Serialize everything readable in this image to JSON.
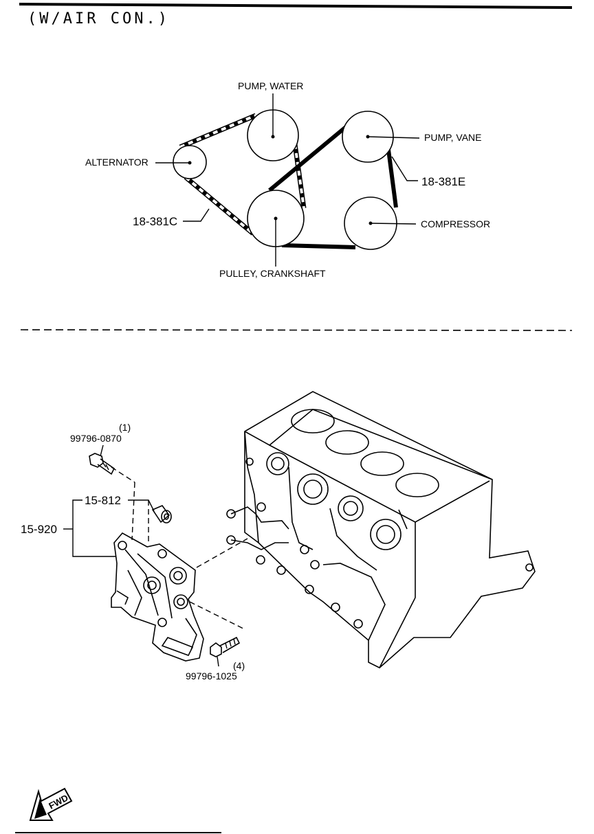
{
  "header": {
    "title": "(W/AIR CON.)"
  },
  "belt_diagram": {
    "labels": {
      "pump_water": "PUMP, WATER",
      "pump_vane": "PUMP, VANE",
      "alternator": "ALTERNATOR",
      "belt_e": "18-381E",
      "belt_c": "18-381C",
      "compressor": "COMPRESSOR",
      "crankshaft": "PULLEY, CRANKSHAFT"
    }
  },
  "parts_diagram": {
    "bolt_top": {
      "qty": "(1)",
      "number": "99796-0870"
    },
    "part_15_812": "15-812",
    "part_15_920": "15-920",
    "bolt_bottom": {
      "qty": "(4)",
      "number": "99796-1025"
    }
  },
  "fwd_marker": {
    "label": "FWD"
  }
}
